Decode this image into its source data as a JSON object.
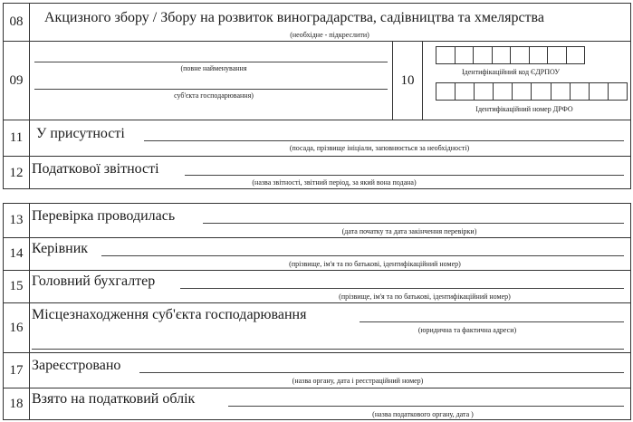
{
  "form": {
    "r08": {
      "num": "08",
      "title": "Акцизного збору / Збору на розвиток виноградарства, садівництва та хмелярства",
      "hint": "(необхідне - підкреслити)"
    },
    "r09": {
      "num": "09",
      "hint1": "(повне найменування",
      "hint2": "суб'єкта господарювання)"
    },
    "r10": {
      "num": "10",
      "edrpou_label": "Ідентифікаційний код ЄДРПОУ",
      "drfo_label": "Ідентифікаційний номер ДРФО"
    },
    "r11": {
      "num": "11",
      "label": "У присутності",
      "hint": "(посада, прізвище ініціали, заповнюється за необхідності)"
    },
    "r12": {
      "num": "12",
      "label": "Податкової звітності",
      "hint": "(назва звітності, звітний період, за який вона подана)"
    },
    "r13": {
      "num": "13",
      "label": "Перевірка проводилась",
      "hint": "(дата початку та дата закінчення перевірки)"
    },
    "r14": {
      "num": "14",
      "label": "Керівник",
      "hint": "(прізвище, ім'я та по батькові, ідентифікаційний номер)"
    },
    "r15": {
      "num": "15",
      "label": "Головний бухгалтер",
      "hint": "(прізвище, ім'я та по батькові, ідентифікаційний номер)"
    },
    "r16": {
      "num": "16",
      "label": "Місцезнаходження суб'єкта господарювання",
      "hint": "(юридична та фактична адреси)"
    },
    "r17": {
      "num": "17",
      "label": "Зареєстровано",
      "hint": "(назва органу, дата і реєстраційний номер)"
    },
    "r18": {
      "num": "18",
      "label": "Взято на податковий облік",
      "hint": "(назва податкового органу, дата )"
    }
  }
}
